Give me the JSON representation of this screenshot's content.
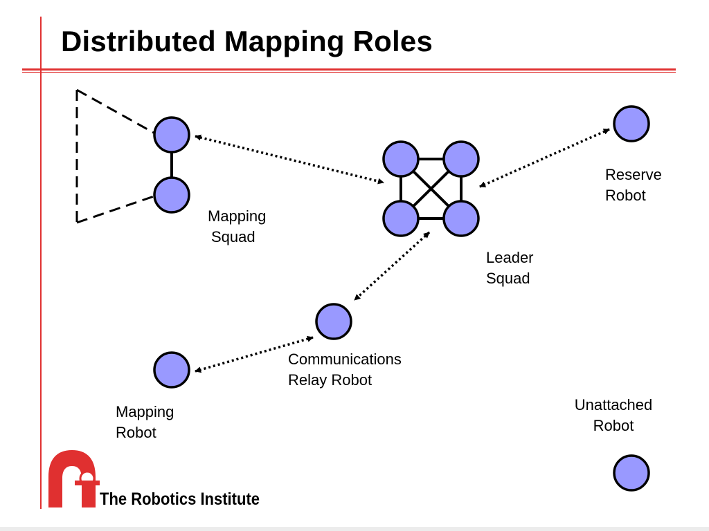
{
  "title": "Distributed Mapping Roles",
  "labels": {
    "mapping_squad": [
      "Mapping",
      "Squad"
    ],
    "leader_squad": [
      "Leader",
      "Squad"
    ],
    "reserve_robot": [
      "Reserve",
      "Robot"
    ],
    "comm_relay": [
      "Communications",
      "Relay Robot"
    ],
    "mapping_robot": [
      "Mapping",
      "Robot"
    ],
    "unattached_robot": [
      "Unattached",
      "Robot"
    ]
  },
  "footer": {
    "institute": "The Robotics Institute"
  },
  "colors": {
    "node_fill": "#9999ff",
    "node_stroke": "#000000",
    "accent_red": "#e03030"
  }
}
